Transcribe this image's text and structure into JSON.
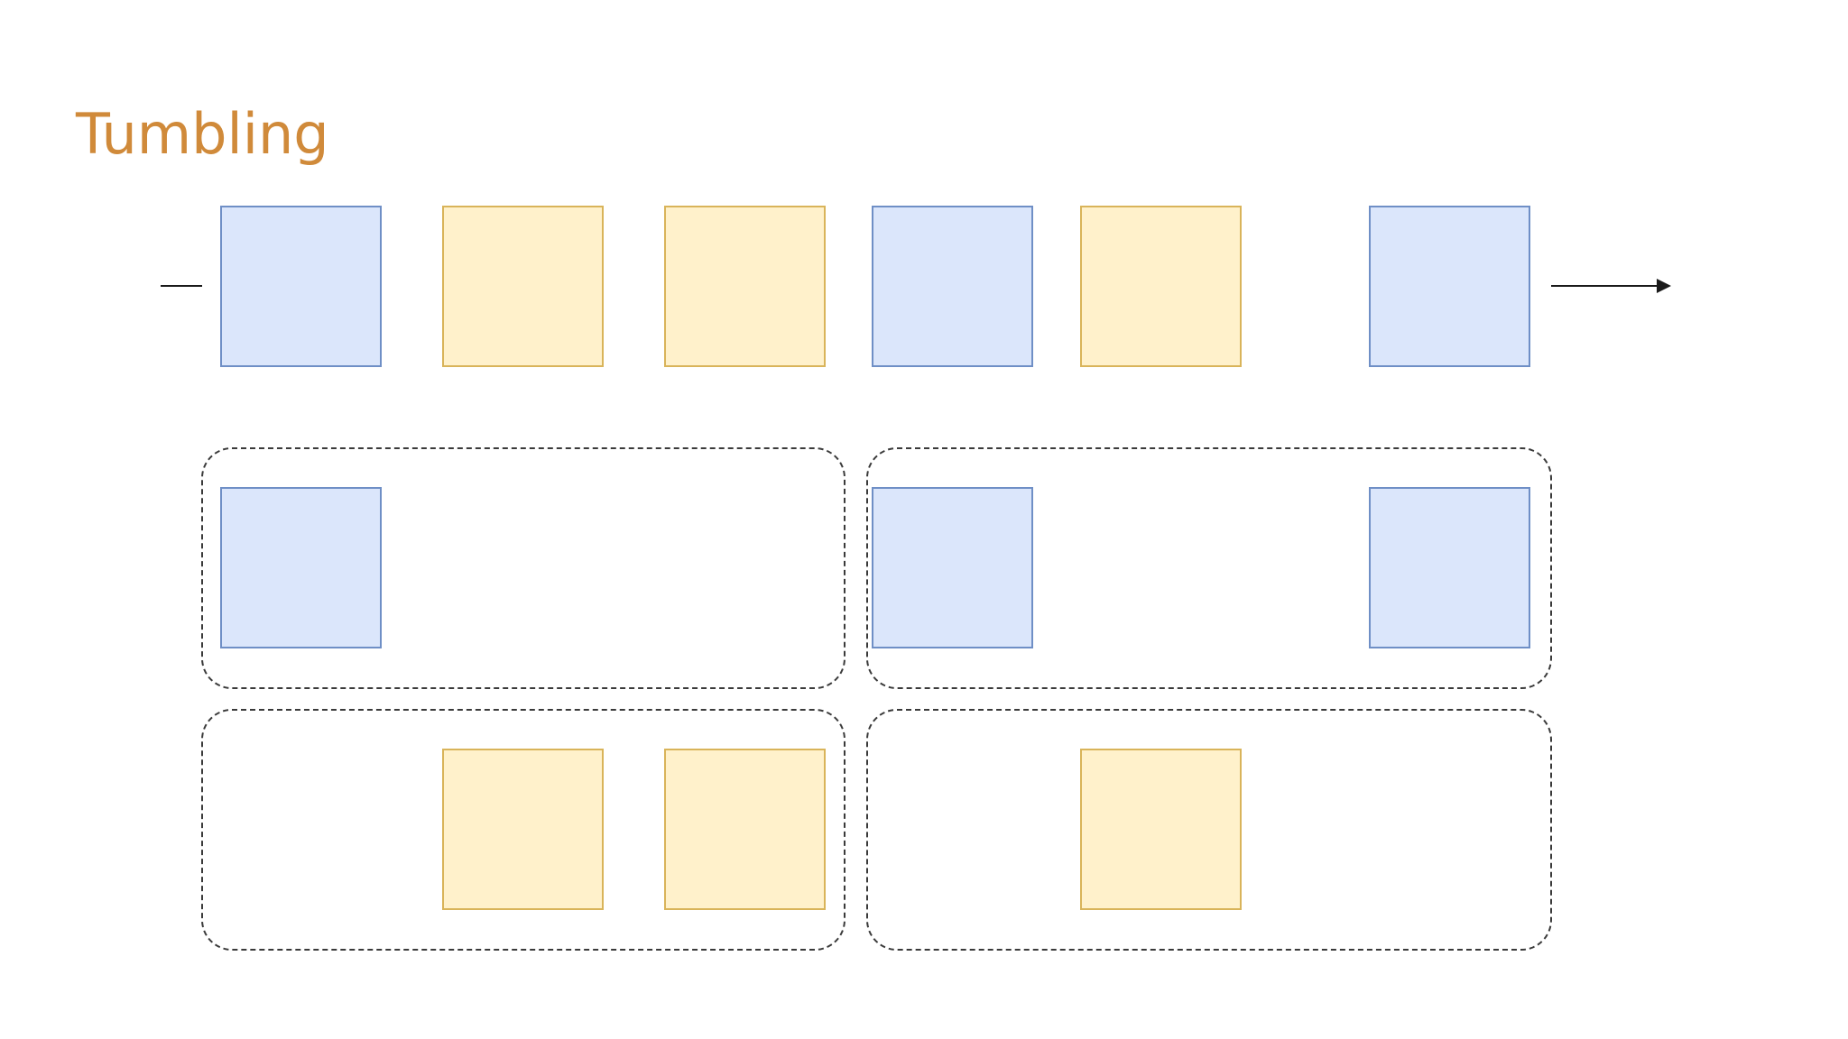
{
  "title": "Tumbling",
  "colors": {
    "title": "#d08a3a",
    "blue_event_fill": "#dbe6fb",
    "blue_event_border": "#6f8fc6",
    "yellow_event_fill": "#fff1cb",
    "yellow_event_border": "#d9b45a",
    "window_border": "#3a3a3a",
    "timeline": "#1a1a1a"
  },
  "stream": {
    "events": [
      {
        "key": "blue"
      },
      {
        "key": "yellow"
      },
      {
        "key": "yellow"
      },
      {
        "key": "blue"
      },
      {
        "key": "yellow"
      },
      {
        "key": "blue"
      }
    ]
  },
  "windows": [
    {
      "key": "blue",
      "window": 1,
      "events": [
        1
      ]
    },
    {
      "key": "blue",
      "window": 2,
      "events": [
        4,
        6
      ]
    },
    {
      "key": "yellow",
      "window": 1,
      "events": [
        2,
        3
      ]
    },
    {
      "key": "yellow",
      "window": 2,
      "events": [
        5
      ]
    }
  ]
}
